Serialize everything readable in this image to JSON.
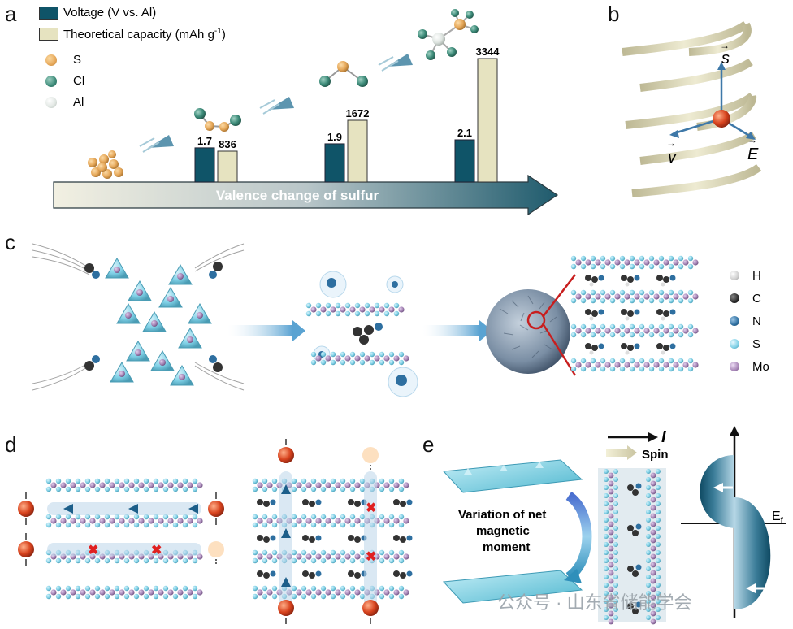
{
  "panels": {
    "a": "a",
    "b": "b",
    "c": "c",
    "d": "d",
    "e": "e"
  },
  "panel_a": {
    "legend": {
      "voltage": "Voltage (V vs. Al)",
      "capacity_prefix": "Theoretical capacity (mAh g",
      "capacity_sup": "-1",
      "capacity_suffix": ")",
      "atoms": [
        "S",
        "Cl",
        "Al"
      ]
    },
    "arrow_text": "Valence change of sulfur",
    "colors": {
      "voltage": "#0f5468",
      "capacity": "#e6e3c0",
      "S": "#e6a85a",
      "Cl": "#3c8a78",
      "Al": "#e8ece8"
    }
  },
  "chart_data": {
    "type": "bar",
    "categories": [
      "",
      "",
      ""
    ],
    "series": [
      {
        "name": "Voltage (V vs. Al)",
        "values": [
          1.7,
          1.9,
          2.1
        ],
        "labels": [
          "1.7",
          "1.9",
          "2.1"
        ]
      },
      {
        "name": "Theoretical capacity (mAh g-1)",
        "values": [
          836,
          1672,
          3344
        ],
        "labels": [
          "836",
          "1672",
          "3344"
        ]
      }
    ]
  },
  "panel_b": {
    "s": "s",
    "E": "E",
    "v": "v"
  },
  "panel_c": {
    "legend": [
      {
        "label": "H",
        "color": "#e0e0e0"
      },
      {
        "label": "C",
        "color": "#2a2a2a"
      },
      {
        "label": "N",
        "color": "#2e6fa0"
      },
      {
        "label": "S",
        "color": "#7fd0e6"
      },
      {
        "label": "Mo",
        "color": "#a887b8"
      }
    ]
  },
  "panel_e": {
    "current": "I",
    "spin": "Spin",
    "variation": [
      "Variation of net",
      "magnetic",
      "moment"
    ],
    "ef": "E",
    "ef_sub": "f"
  },
  "watermark": "公众号 · 山东省储能学会"
}
